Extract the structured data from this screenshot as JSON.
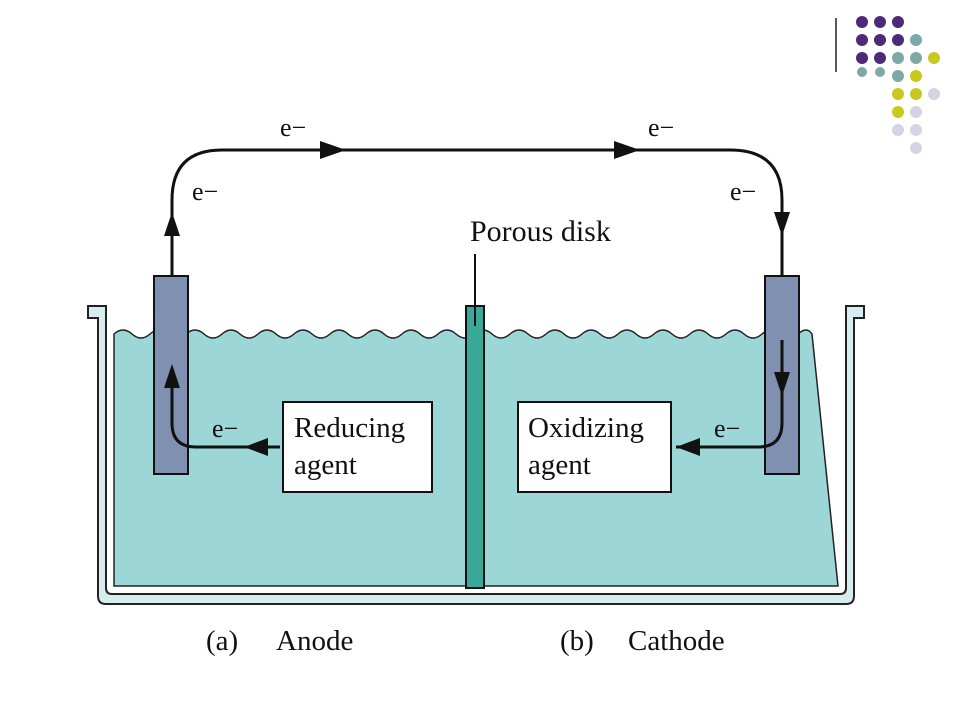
{
  "diagram": {
    "electron_label": "e−",
    "porous_disk_label": "Porous disk",
    "reducing_agent": {
      "line1": "Reducing",
      "line2": "agent"
    },
    "oxidizing_agent": {
      "line1": "Oxidizing",
      "line2": "agent"
    },
    "caption_a": "(a)",
    "caption_anode": "Anode",
    "caption_b": "(b)",
    "caption_cathode": "Cathode"
  },
  "colors": {
    "solution": "#9dd6d6",
    "beaker": "#d6ecef",
    "electrode": "#8090b0",
    "porous_disk": "#3aa99a",
    "decor_purple": "#4b2a78",
    "decor_teal": "#7fa8a8",
    "decor_yellow": "#c8c81e",
    "decor_lavender": "#d4d4e6"
  }
}
